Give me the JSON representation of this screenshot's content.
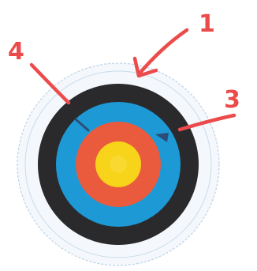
{
  "diagram": {
    "subject": "archery target",
    "rings": [
      {
        "name": "outer-faint-ring",
        "color": "#cfe0ee"
      },
      {
        "name": "black-ring",
        "color": "#2a2a2c"
      },
      {
        "name": "blue-ring",
        "color": "#1d9ad6"
      },
      {
        "name": "red-ring",
        "color": "#ea5a3d"
      },
      {
        "name": "gold-center",
        "color": "#f7d41a"
      }
    ],
    "marker_color": "#2c4d78",
    "callouts": [
      {
        "id": "callout-1",
        "label": "1",
        "color": "#ec4b4b"
      },
      {
        "id": "callout-3",
        "label": "3",
        "color": "#ec4b4b"
      },
      {
        "id": "callout-4",
        "label": "4",
        "color": "#ec4b4b"
      }
    ]
  }
}
